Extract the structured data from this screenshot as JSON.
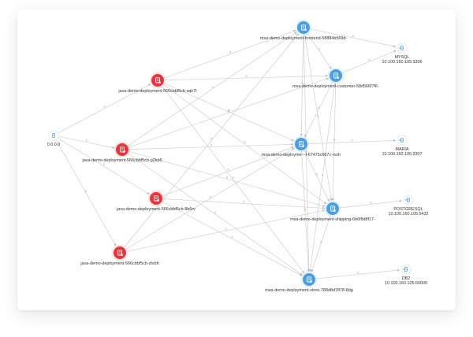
{
  "colors": {
    "java": "#e5363d",
    "msa": "#4a9fe0",
    "db_stroke": "#4a9fe0",
    "edge": "#cfcfcf"
  },
  "nodes": [
    {
      "id": "ext",
      "kind": "endpoint",
      "label": "0.0.0.0",
      "icon": "endpoint-icon"
    },
    {
      "id": "j1",
      "kind": "java",
      "label": "java-demo-deployment-566cbbf5cb-sqk7t",
      "icon": "pod-icon"
    },
    {
      "id": "j2",
      "kind": "java",
      "label": "java-demo-deployment-566cbbf5cb-g2kp5",
      "icon": "pod-icon"
    },
    {
      "id": "j3",
      "kind": "java",
      "label": "java-demo-deployment-566cbbf5cb-8b6rv",
      "icon": "pod-icon"
    },
    {
      "id": "j4",
      "kind": "java",
      "label": "java-demo-deployment-566cbbf5cb-ztxbh",
      "icon": "pod-icon"
    },
    {
      "id": "m1",
      "kind": "msa",
      "label": "msa-demo-deployment-frontend-58884b569d-",
      "icon": "pod-icon"
    },
    {
      "id": "m2",
      "kind": "msa",
      "label": "msa-demo-deployment-customer-58d566f7f6-",
      "icon": "pod-icon"
    },
    {
      "id": "m3",
      "kind": "msa",
      "label": "msa-demo-deployme~-t-67475c667c-rvzh",
      "icon": "pod-icon"
    },
    {
      "id": "m4",
      "kind": "msa",
      "label": "msa-demo-deployment-shipping-6b6f8d8f17-",
      "icon": "pod-icon"
    },
    {
      "id": "m5",
      "kind": "msa",
      "label": "msa-demo-deployment-store-788d8d7878-8dg",
      "icon": "pod-icon"
    },
    {
      "id": "db1",
      "kind": "db",
      "label": "MYSQL",
      "sub": "10.100.160.105:3306",
      "icon": "database-icon"
    },
    {
      "id": "db2",
      "kind": "db",
      "label": "MARIA",
      "sub": "10.100.160.105:3307",
      "icon": "database-icon"
    },
    {
      "id": "db3",
      "kind": "db",
      "label": "POSTGRESQL",
      "sub": "10.100.160.105:5432",
      "icon": "database-icon"
    },
    {
      "id": "db4",
      "kind": "db",
      "label": "DB2",
      "sub": "10.100.160.105:50000",
      "icon": "database-icon"
    }
  ],
  "edges": [
    {
      "from": "ext",
      "to": "j1",
      "label": "0"
    },
    {
      "from": "ext",
      "to": "j2",
      "label": "0"
    },
    {
      "from": "ext",
      "to": "j3",
      "label": "0"
    },
    {
      "from": "ext",
      "to": "j4",
      "label": "0"
    },
    {
      "from": "j1",
      "to": "m1",
      "label": "0"
    },
    {
      "from": "j1",
      "to": "m2",
      "label": "0"
    },
    {
      "from": "j1",
      "to": "m3",
      "label": "0"
    },
    {
      "from": "j1",
      "to": "m4",
      "label": "0"
    },
    {
      "from": "j1",
      "to": "m5",
      "label": "0"
    },
    {
      "from": "j2",
      "to": "m1",
      "label": "0"
    },
    {
      "from": "j2",
      "to": "m2",
      "label": "0"
    },
    {
      "from": "j2",
      "to": "m3",
      "label": "0"
    },
    {
      "from": "j2",
      "to": "m4",
      "label": "0"
    },
    {
      "from": "j2",
      "to": "m5",
      "label": "0"
    },
    {
      "from": "j3",
      "to": "m3",
      "label": "0"
    },
    {
      "from": "j3",
      "to": "m4",
      "label": "0"
    },
    {
      "from": "j3",
      "to": "m5",
      "label": "0"
    },
    {
      "from": "j4",
      "to": "m1",
      "label": "0"
    },
    {
      "from": "j4",
      "to": "m3",
      "label": "0"
    },
    {
      "from": "j4",
      "to": "m4",
      "label": "0"
    },
    {
      "from": "m1",
      "to": "db1",
      "label": "0"
    },
    {
      "from": "m2",
      "to": "db1",
      "label": "0"
    },
    {
      "from": "m3",
      "to": "db2",
      "label": "0"
    },
    {
      "from": "m4",
      "to": "db3",
      "label": "0"
    },
    {
      "from": "m5",
      "to": "db4",
      "label": "0"
    },
    {
      "from": "m1",
      "to": "m2",
      "label": "0"
    },
    {
      "from": "m1",
      "to": "m3",
      "label": "0"
    },
    {
      "from": "m1",
      "to": "m4",
      "label": "0"
    },
    {
      "from": "m1",
      "to": "m5",
      "label": "0"
    },
    {
      "from": "m2",
      "to": "m3",
      "label": "0"
    },
    {
      "from": "m2",
      "to": "m4",
      "label": "0"
    },
    {
      "from": "m2",
      "to": "m5",
      "label": "0"
    },
    {
      "from": "m3",
      "to": "m4",
      "label": "0"
    },
    {
      "from": "m3",
      "to": "m5",
      "label": "0"
    },
    {
      "from": "m4",
      "to": "m5",
      "label": "0"
    }
  ]
}
